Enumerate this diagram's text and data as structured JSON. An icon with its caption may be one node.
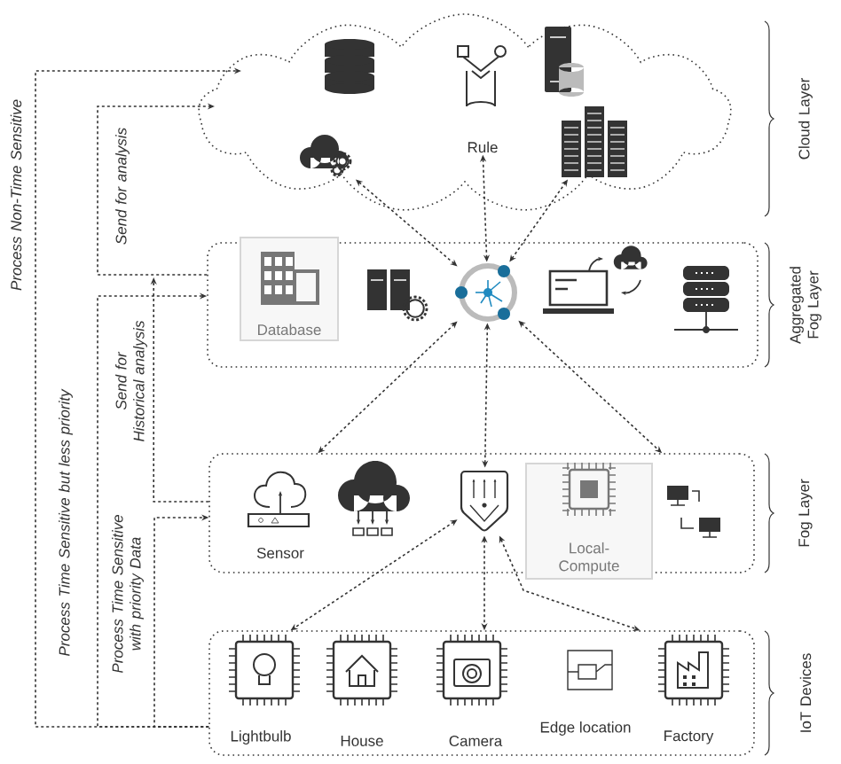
{
  "diagram": {
    "nodes": [
      {
        "text": [],
        "shape": "cloud"
      },
      {
        "text": [],
        "shape": "picture",
        "in": 0
      },
      {
        "text": [
          "Rule"
        ],
        "in": 0
      },
      {
        "text": [],
        "shape": "picture",
        "in": 0
      },
      {
        "text": [],
        "shape": "box"
      },
      {
        "text": [
          "Database"
        ],
        "in": 4
      },
      {
        "text": [],
        "shape": "picture",
        "in": 4
      },
      {
        "text": [],
        "shape": "box"
      },
      {
        "text": [
          "Sensor"
        ],
        "in": 7
      },
      {
        "text": [],
        "shape": "picture",
        "in": 7
      },
      {
        "text": [
          "Local-Compute"
        ],
        "in": 7
      },
      {
        "text": [],
        "shape": "box"
      },
      {
        "text": [
          "Lightbulb"
        ],
        "in": 11
      },
      {
        "text": [
          "House"
        ],
        "in": 11
      },
      {
        "text": [
          "Camera"
        ],
        "in": 11
      },
      {
        "text": [
          "Edge location"
        ],
        "in": 11
      },
      {
        "text": [
          "Factory"
        ],
        "in": 11
      }
    ],
    "edges": [
      {
        "from": 6,
        "to": 1,
        "arrow": "both"
      },
      {
        "from": 6,
        "to": 2,
        "arrow": "both"
      },
      {
        "from": 6,
        "to": 3,
        "arrow": "both"
      },
      {
        "from": 6,
        "to": 7,
        "arrow": "both"
      },
      {
        "from": 6,
        "to": 9,
        "arrow": "both"
      },
      {
        "from": 6,
        "to": 7,
        "arrow": "both"
      },
      {
        "from": 9,
        "to": 11,
        "arrow": "both"
      },
      {
        "from": 9,
        "to": 11,
        "arrow": "both"
      },
      {
        "from": 9,
        "to": 11,
        "arrow": "both"
      },
      {
        "from": 11,
        "to": 0,
        "arrow": "to",
        "label": "Process Non-Time Sensitive"
      },
      {
        "from": 4,
        "to": 0,
        "arrow": "to",
        "label": "Send for analysis"
      },
      {
        "from": 11,
        "to": 4,
        "arrow": "to",
        "label": "Process Time Sensitive but less priority"
      },
      {
        "from": 7,
        "to": 4,
        "arrow": "to",
        "label": "Send for Historical analysis"
      },
      {
        "from": 11,
        "to": 7,
        "arrow": "to",
        "label": "Process Time Sensitive with priority Data"
      }
    ],
    "labels": [
      "Cloud Layer",
      "Aggregated Fog Layer",
      "Fog Layer",
      "IoT Devices"
    ]
  }
}
